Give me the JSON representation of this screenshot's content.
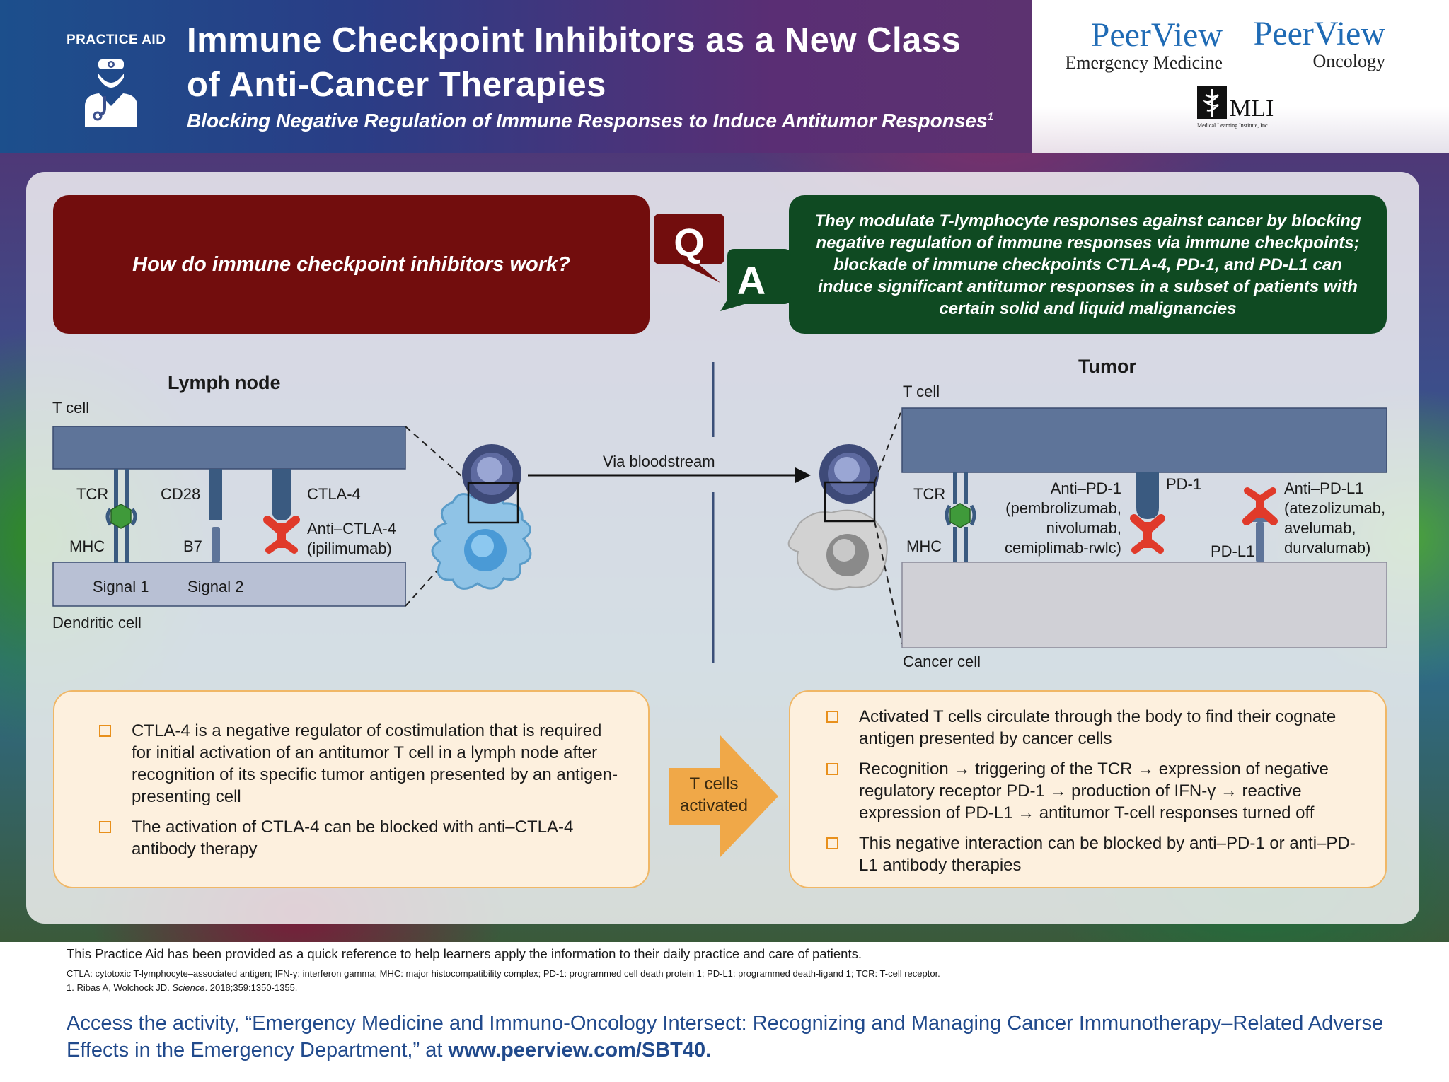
{
  "header": {
    "label": "PRACTICE AID",
    "title_line1": "Immune Checkpoint Inhibitors as a New Class",
    "title_line2": "of Anti-Cancer Therapies",
    "subtitle": "Blocking Negative Regulation of Immune Responses to Induce Antitumor Responses",
    "subtitle_ref": "1"
  },
  "logos": {
    "peerview1_brand": "PeerView",
    "peerview1_sub": "Emergency Medicine",
    "peerview2_brand": "PeerView",
    "peerview2_sub": "Oncology",
    "mli_name": "MLI",
    "mli_sub": "Medical Learning Institute, Inc."
  },
  "qa": {
    "q_letter": "Q",
    "a_letter": "A",
    "question": "How do immune checkpoint inhibitors work?",
    "answer": "They modulate T-lymphocyte responses against cancer by blocking negative regulation of immune responses via immune checkpoints; blockade of immune checkpoints CTLA-4, PD-1, and PD-L1 can induce significant antitumor responses in a subset of patients with certain solid and liquid malignancies"
  },
  "diagram": {
    "left_title": "Lymph node",
    "left_tcell": "T cell",
    "tcr": "TCR",
    "mhc": "MHC",
    "cd28": "CD28",
    "b7": "B7",
    "ctla4": "CTLA-4",
    "anti_ctla4": "Anti–CTLA-4",
    "ipilimumab": "(ipilimumab)",
    "signal1": "Signal 1",
    "signal2": "Signal 2",
    "dendritic": "Dendritic cell",
    "bloodstream": "Via bloodstream",
    "right_title": "Tumor",
    "right_tcell": "T cell",
    "tcr_r": "TCR",
    "mhc_r": "MHC",
    "anti_pd1": "Anti–PD-1",
    "anti_pd1_d1": "(pembrolizumab,",
    "anti_pd1_d2": "nivolumab,",
    "anti_pd1_d3": "cemiplimab-rwlc)",
    "pd1": "PD-1",
    "pdl1": "PD-L1",
    "anti_pdl1": "Anti–PD-L1",
    "anti_pdl1_d1": "(atezolizumab,",
    "anti_pdl1_d2": "avelumab,",
    "anti_pdl1_d3": "durvalumab)",
    "cancer": "Cancer cell"
  },
  "left_box": {
    "items": [
      "CTLA-4 is a negative regulator of costimulation that is required for initial activation of an antitumor T cell in a lymph node after recognition of its specific tumor antigen presented by an antigen-presenting cell",
      "The activation of CTLA-4 can be blocked with anti–CTLA-4 antibody therapy"
    ]
  },
  "arrow": {
    "line1": "T cells",
    "line2": "activated"
  },
  "right_box": {
    "items": [
      "Activated T cells circulate through the body to find their cognate antigen presented by cancer cells",
      "Recognition → triggering of the TCR → expression of negative regulatory receptor PD-1 → production of IFN-γ → reactive expression of PD-L1 → antitumor T-cell responses turned off",
      "This negative interaction can be blocked by anti–PD-1 or anti–PD-L1 antibody therapies"
    ]
  },
  "footer": {
    "note": "This Practice Aid has been provided as a quick reference to help learners apply the information to their daily practice and care of patients.",
    "abbreviations": "CTLA: cytotoxic T-lymphocyte–associated antigen; IFN-γ: interferon gamma; MHC: major histocompatibility complex; PD-1: programmed cell death protein 1; PD-L1: programmed death-ligand 1; TCR: T-cell receptor.",
    "ref_prefix": "1. Ribas A, Wolchock JD. ",
    "ref_journal": "Science",
    "ref_suffix": ". 2018;359:1350-1355.",
    "access_prefix": "Access the activity, “Emergency Medicine and Immuno-Oncology Intersect: Recognizing and Managing Cancer Immunotherapy–Related Adverse Effects in the Emergency Department,” at ",
    "access_url": "www.peerview.com/SBT40."
  },
  "colors": {
    "question_bg": "#720d0d",
    "answer_bg": "#0f4a22",
    "membrane_blue": "#5e7499",
    "membrane_light": "#b8c0d4",
    "receptor": "#3a5a80",
    "antibody_red": "#e03a2a",
    "mhc_green": "#3f9a3a",
    "accent_orange": "#f0a848",
    "link_blue": "#214a8c"
  }
}
